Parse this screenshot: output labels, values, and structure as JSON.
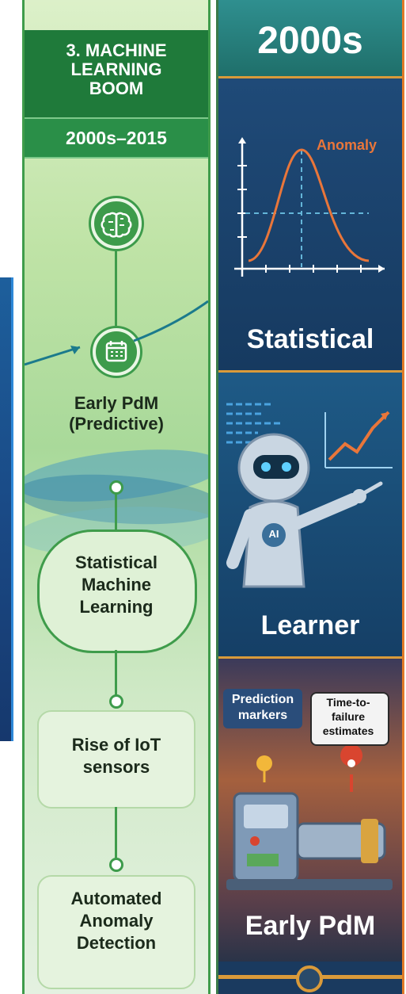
{
  "left_column": {
    "stage_title_lines": [
      "3. MACHINE",
      "LEARNING",
      "BOOM"
    ],
    "period": "2000s–2015",
    "node_early_pdm": [
      "Early PdM",
      "(Predictive)"
    ],
    "stat_ml": [
      "Statistical",
      "Machine",
      "Learning"
    ],
    "iot": [
      "Rise of IoT",
      "sensors"
    ],
    "anomaly_detection": [
      "Automated",
      "Anomaly",
      "Detection"
    ],
    "icons": [
      "brain-icon",
      "calendar-icon"
    ],
    "accent": "#1f7a3a"
  },
  "right_column": {
    "header": "2000s",
    "panel1": {
      "chart_label": "Anomaly",
      "label": "Statistical"
    },
    "panel2": {
      "badge": "AI",
      "label": "Learner"
    },
    "panel3": {
      "bubble_left": [
        "Prediction",
        "markers"
      ],
      "bubble_right": [
        "Time-to-",
        "failure",
        "estimates"
      ],
      "label": "Early PdM"
    },
    "accent": "#e07a28"
  }
}
